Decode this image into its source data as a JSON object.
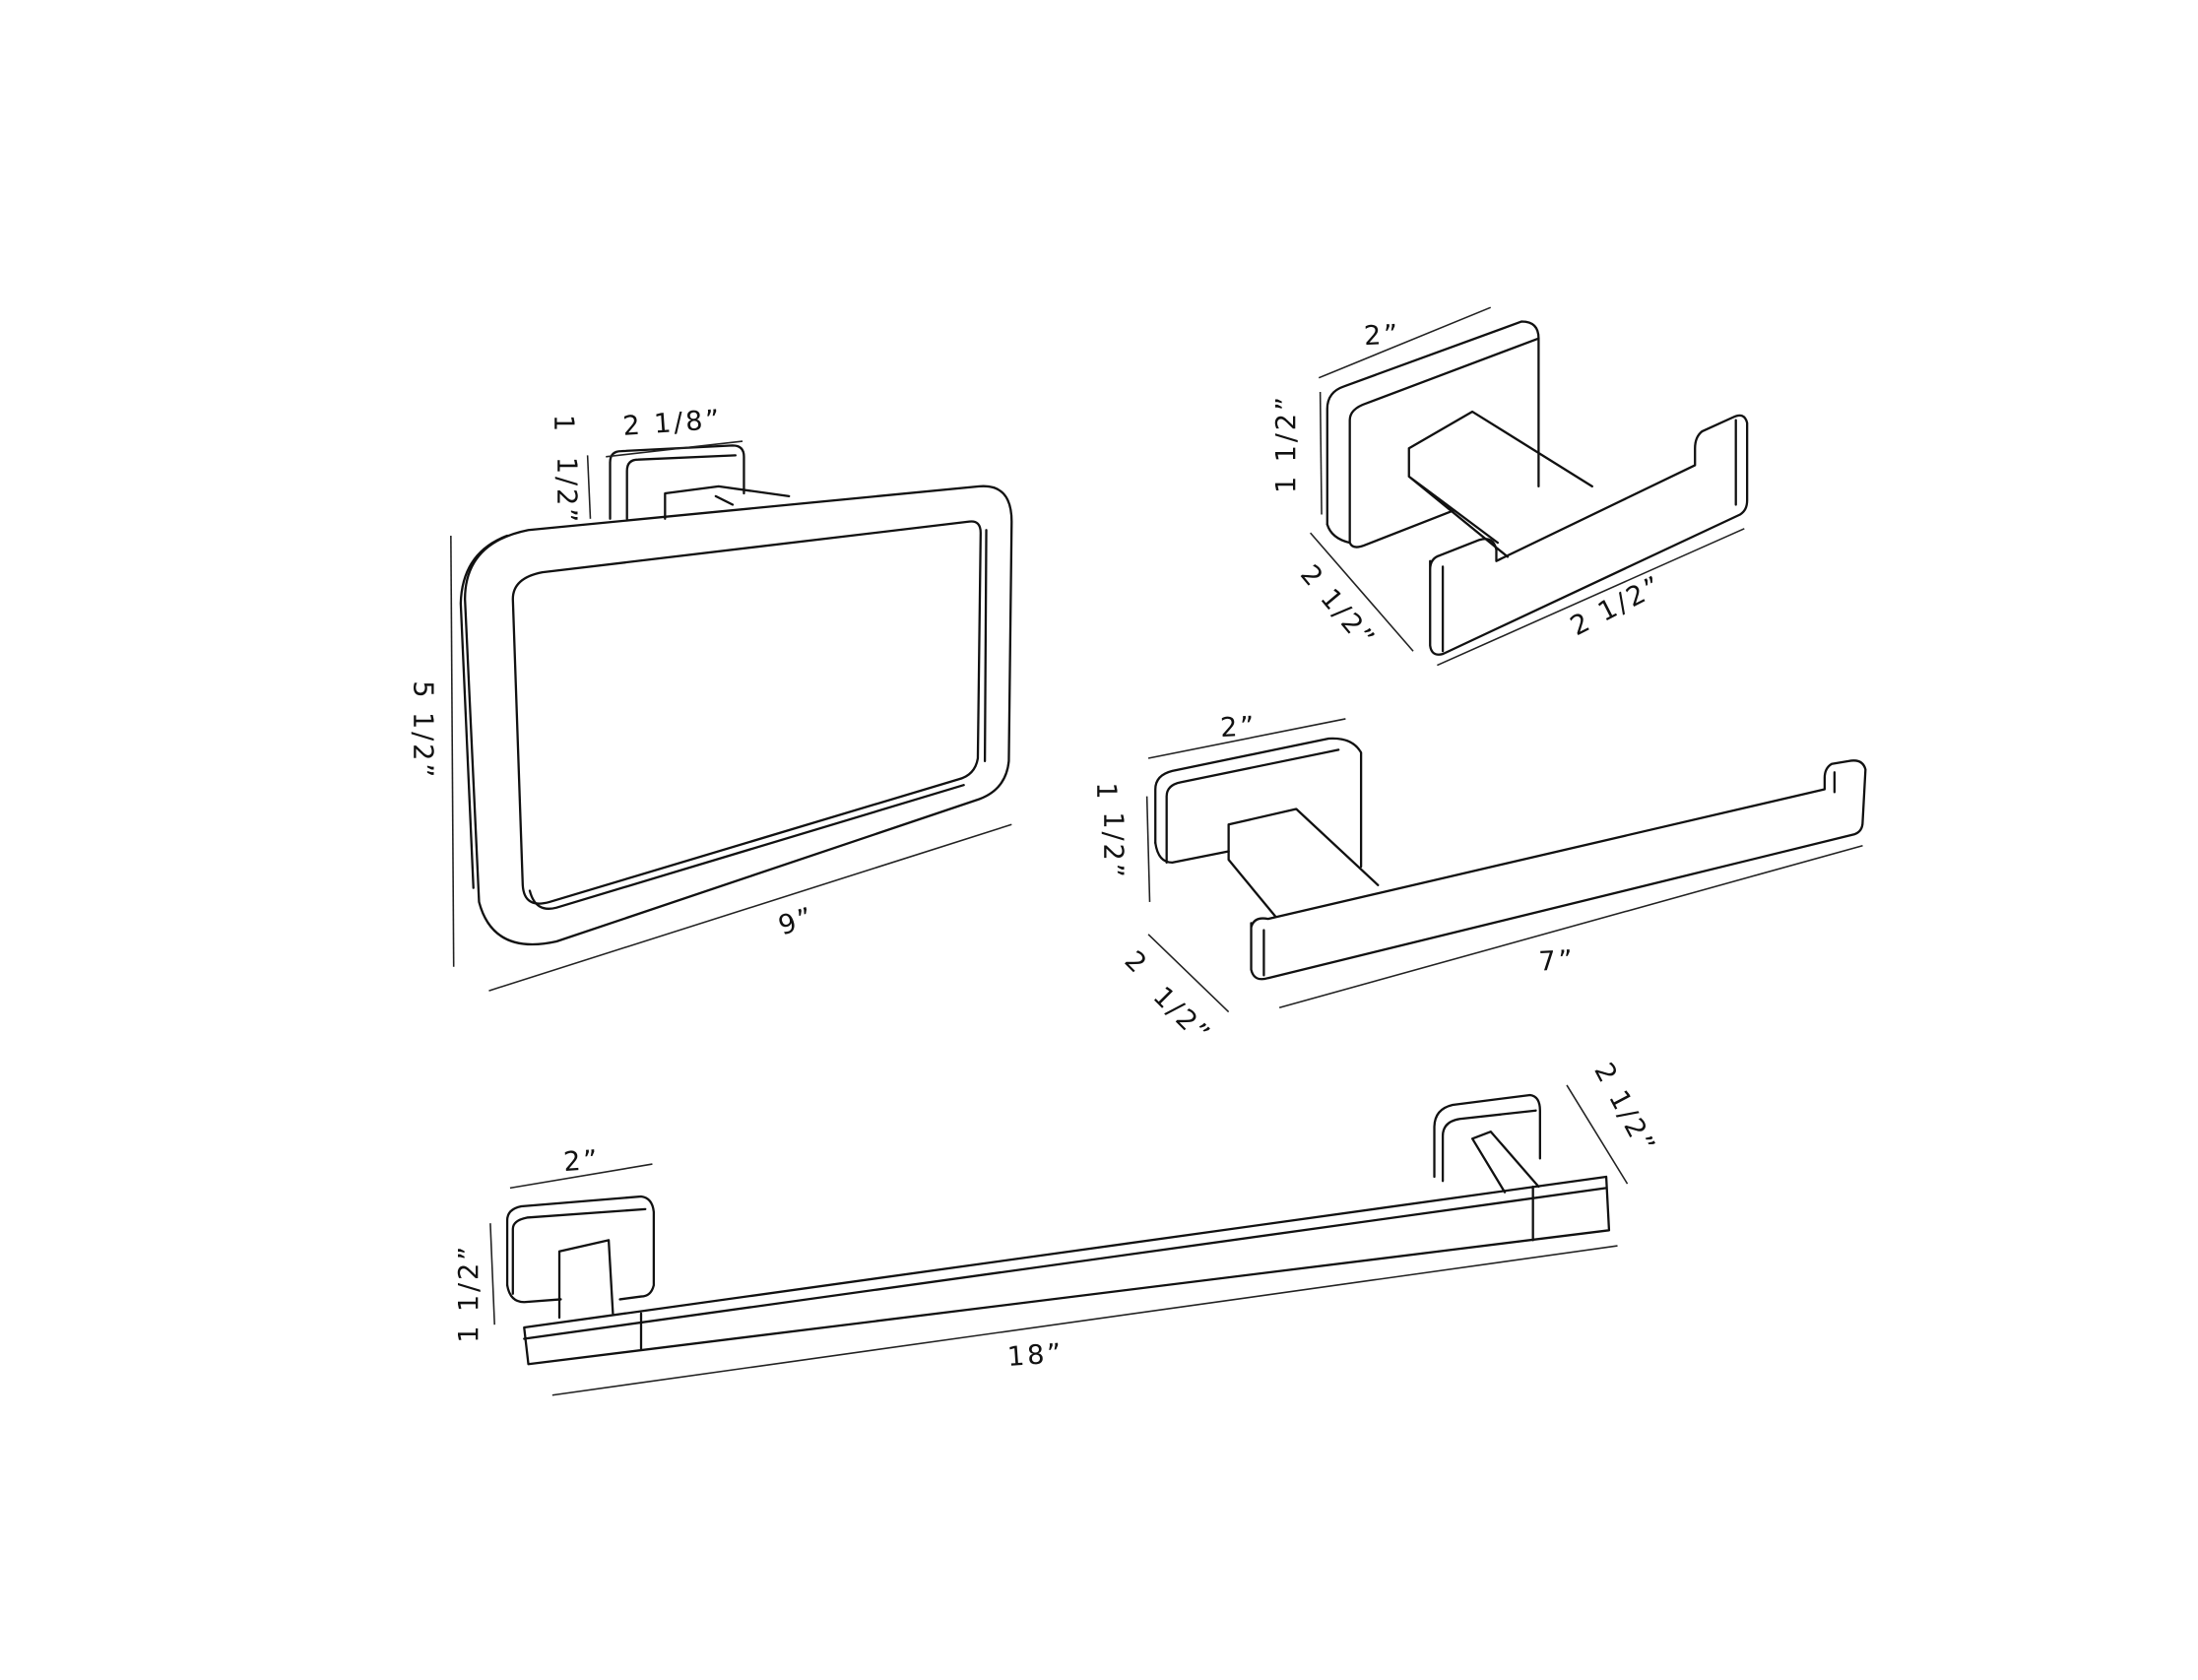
{
  "diagram": {
    "line_color": "#111111",
    "background": "#ffffff",
    "items": [
      {
        "id": "towel-ring",
        "dimensions": {
          "backplate_width": "2  1/8”",
          "backplate_height_a": "1",
          "backplate_height_b": "1/2”",
          "height": "5  1/2”",
          "width": "9”"
        }
      },
      {
        "id": "double-robe-hook",
        "dimensions": {
          "backplate_width": "2”",
          "backplate_height": "1 1/2”",
          "projection": "2 1/2”",
          "width": "2 1/2”"
        }
      },
      {
        "id": "toilet-paper-holder",
        "dimensions": {
          "backplate_width": "2”",
          "backplate_height_a": "1",
          "backplate_height_b": "1/2”",
          "projection_a": "2",
          "projection_b": "1/2”",
          "length": "7”"
        }
      },
      {
        "id": "towel-bar",
        "dimensions": {
          "backplate_width": "2”",
          "backplate_height": "1  1/2”",
          "projection": "2  1/2”",
          "length": "18”"
        }
      }
    ]
  }
}
